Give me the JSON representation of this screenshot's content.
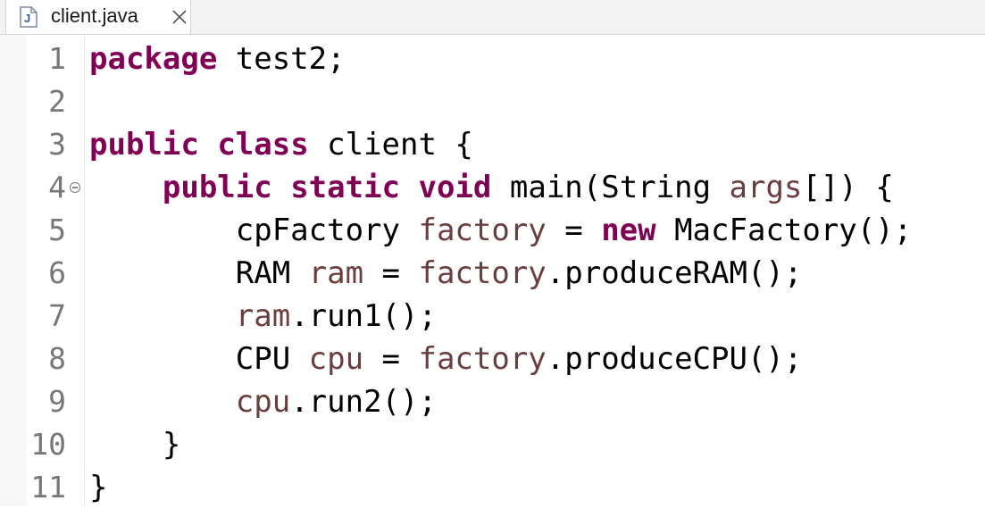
{
  "tab": {
    "file_icon_name": "java-file-icon",
    "file_icon_letter": "J",
    "label": "client.java",
    "close_icon_name": "close-icon"
  },
  "colors": {
    "keyword": "#7f0055",
    "local_variable": "#6a3e3e",
    "default_text": "#000000",
    "line_number": "#777777"
  },
  "editor": {
    "lines": [
      {
        "number": "1",
        "tokens": [
          {
            "t": "package",
            "k": "kw"
          },
          {
            "t": " test2;",
            "k": ""
          }
        ]
      },
      {
        "number": "2",
        "tokens": []
      },
      {
        "number": "3",
        "tokens": [
          {
            "t": "public",
            "k": "kw"
          },
          {
            "t": " ",
            "k": ""
          },
          {
            "t": "class",
            "k": "kw"
          },
          {
            "t": " client {",
            "k": ""
          }
        ]
      },
      {
        "number": "4",
        "fold": true,
        "tokens": [
          {
            "t": "    ",
            "k": ""
          },
          {
            "t": "public",
            "k": "kw"
          },
          {
            "t": " ",
            "k": ""
          },
          {
            "t": "static",
            "k": "kw"
          },
          {
            "t": " ",
            "k": ""
          },
          {
            "t": "void",
            "k": "kw"
          },
          {
            "t": " main(String ",
            "k": ""
          },
          {
            "t": "args",
            "k": "var"
          },
          {
            "t": "[]) {",
            "k": ""
          }
        ]
      },
      {
        "number": "5",
        "tokens": [
          {
            "t": "        cpFactory ",
            "k": ""
          },
          {
            "t": "factory",
            "k": "var"
          },
          {
            "t": " = ",
            "k": ""
          },
          {
            "t": "new",
            "k": "kw"
          },
          {
            "t": " MacFactory();",
            "k": ""
          }
        ]
      },
      {
        "number": "6",
        "tokens": [
          {
            "t": "        RAM ",
            "k": ""
          },
          {
            "t": "ram",
            "k": "var"
          },
          {
            "t": " = ",
            "k": ""
          },
          {
            "t": "factory",
            "k": "var"
          },
          {
            "t": ".produceRAM();",
            "k": ""
          }
        ]
      },
      {
        "number": "7",
        "tokens": [
          {
            "t": "        ",
            "k": ""
          },
          {
            "t": "ram",
            "k": "var"
          },
          {
            "t": ".run1();",
            "k": ""
          }
        ]
      },
      {
        "number": "8",
        "tokens": [
          {
            "t": "        CPU ",
            "k": ""
          },
          {
            "t": "cpu",
            "k": "var"
          },
          {
            "t": " = ",
            "k": ""
          },
          {
            "t": "factory",
            "k": "var"
          },
          {
            "t": ".produceCPU();",
            "k": ""
          }
        ]
      },
      {
        "number": "9",
        "tokens": [
          {
            "t": "        ",
            "k": ""
          },
          {
            "t": "cpu",
            "k": "var"
          },
          {
            "t": ".run2();",
            "k": ""
          }
        ]
      },
      {
        "number": "10",
        "tokens": [
          {
            "t": "    }",
            "k": ""
          }
        ]
      },
      {
        "number": "11",
        "tokens": [
          {
            "t": "}",
            "k": ""
          }
        ]
      }
    ]
  }
}
